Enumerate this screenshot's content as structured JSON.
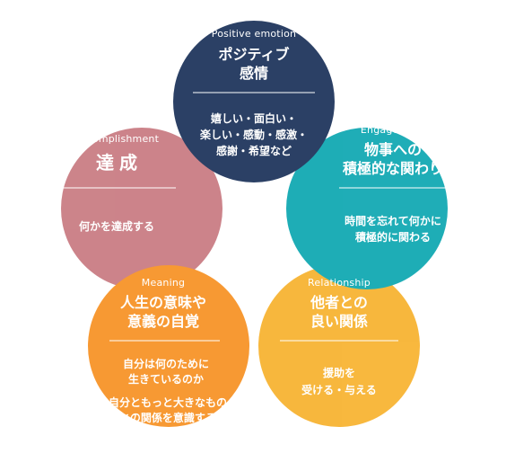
{
  "circles": [
    {
      "key": "positive",
      "color": "#0e2650",
      "english": "Positive emotion",
      "title": [
        "ポジティブ",
        "感情"
      ],
      "body": [
        "嬉しい・面白い・",
        "楽しい・感動・感激・",
        "感謝・希望など"
      ]
    },
    {
      "key": "engagement",
      "color": "#00a2ad",
      "english": "Engagement",
      "title": [
        "物事への",
        "積極的な関わり"
      ],
      "body": [
        "時間を忘れて何かに",
        "積極的に関わる"
      ]
    },
    {
      "key": "relationship",
      "color": "#f7ae23",
      "english": "Relationship",
      "title": [
        "他者との",
        "良い関係"
      ],
      "body": [
        "援助を",
        "受ける・与える"
      ]
    },
    {
      "key": "meaning",
      "color": "#f68b17",
      "english": "Meaning",
      "title": [
        "人生の意味や",
        "意義の自覚"
      ],
      "body": [
        "自分は何のために",
        "生きているのか",
        "自分ともっと大きなもの",
        "との関係を意識する"
      ]
    },
    {
      "key": "accomplishment",
      "color": "#c5737a",
      "english": "Accomplishment",
      "title": [
        "達成"
      ],
      "body": [
        "何かを達成する"
      ]
    }
  ]
}
